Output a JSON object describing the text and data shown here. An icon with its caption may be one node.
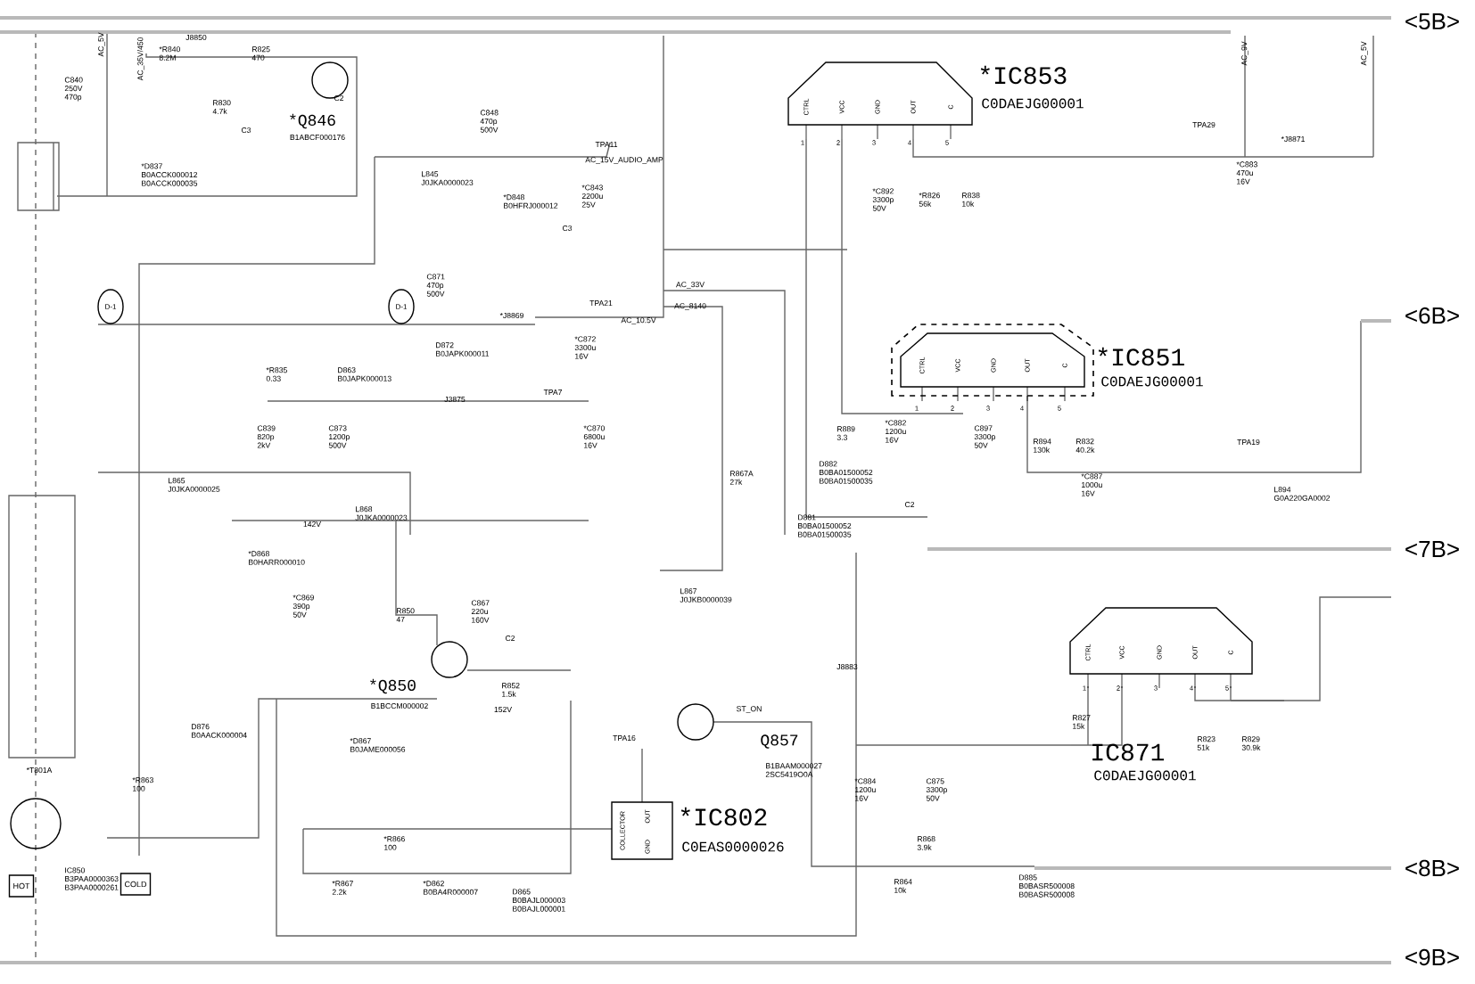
{
  "diagram": {
    "nodes": [
      {
        "text": [
          "CTRL",
          "VCC",
          "GND",
          "OUT",
          "C",
          "*IC853",
          "C0DAEJG00001"
        ]
      },
      {
        "text": [
          "CTRL",
          "VCC",
          "GND",
          "OUT",
          "C",
          "*IC851",
          "C0DAEJG00001"
        ]
      },
      {
        "text": [
          "CTRL",
          "VCC",
          "GND",
          "OUT",
          "C",
          "IC871"
        ]
      },
      {
        "text": [
          "COLLECTOR",
          "OUT",
          "GND",
          "*IC802",
          "C0EAS0000026"
        ]
      },
      {
        "text": [
          "D-1"
        ]
      },
      {
        "text": [
          "D-1"
        ]
      },
      {
        "text": [
          "HOT"
        ]
      },
      {
        "text": [
          "COLD"
        ]
      }
    ],
    "labels": [
      "AC_5V",
      "AC_35V/450",
      "*R840 8.2M",
      "J8850",
      "R825 470",
      "C840 250V 470p",
      "R830 4.7k",
      "C3",
      "C2",
      "*Q846",
      "B1ABCF000176",
      "*D837 B0ACCK000012 B0ACCK000035",
      "C848 470p 500V",
      "L845 J0JKA0000023",
      "*D848 B0HFRJ000012",
      "*C843 2200u 25V",
      "C3",
      "TPA11",
      "AC_15V_AUDIO_AMP",
      "C871 470p 500V",
      "D872 B0JAPK000011",
      "TPA21",
      "AC_10.5V",
      "*J8869",
      "*C872 3300u 16V",
      "AC_33V",
      "AC_8140",
      "*R835 0.33",
      "D863 B0JAPK000013",
      "J3875",
      "TPA7",
      "C839 820p 2kV",
      "C873 1200p 500V",
      "*C870 6800u 16V",
      "L865 J0JKA0000025",
      "L868 J0JKA0000023",
      "142V",
      "*D868 B0HARR000010",
      "*C869 390p 50V",
      "R850 47",
      "C867 220u 160V",
      "C2",
      "*Q850",
      "B1BCCM000002",
      "R852 1.5k",
      "152V",
      "D876 B0AACK000004",
      "*T801A",
      "*D867 B0JAME000056",
      "*R863 100",
      "TPA16",
      "ST_ON",
      "Q857",
      "B1BAAM000027 2SC5419O0A",
      "J8883",
      "*C884 1200u 16V",
      "C875 3300p 50V",
      "*R866 100",
      "R868 3.9k",
      "IC850 B3PAA0000363 B3PAA0000261",
      "*R867 2.2k",
      "*D862 B0BA4R000007",
      "D865 B0BAJL000003 B0BAJL000001",
      "R864 10k",
      "D885 B0BASR500008 B0BASR500008",
      "R867A 27k",
      "D882 B0BA01500052 B0BA01500035",
      "D881 B0BA01500052 B0BA01500035",
      "L867 J0JKB0000039",
      "C2",
      "*C892 3300p 50V",
      "*R826 56k",
      "R838 10k",
      "R889 3.3",
      "*C882 1200u 16V",
      "C897 3300p 50V",
      "R894 130k",
      "R832 40.2k",
      "TPA19",
      "*C887 1000u 16V",
      "L894 G0A220GA0002",
      "TPA29",
      "*C883 470u 16V",
      "*J8871",
      "AC_9V",
      "AC_5V",
      "R827 15k",
      "R823 51k",
      "R829 30.9k",
      "C0DAEJG00001",
      "<5B>",
      "<6B>",
      "<7B>",
      "<8B>",
      "<9B>",
      "1",
      "2",
      "3",
      "4",
      "5",
      "1",
      "2",
      "3",
      "4",
      "5",
      "1",
      "2",
      "3",
      "4",
      "5"
    ]
  }
}
